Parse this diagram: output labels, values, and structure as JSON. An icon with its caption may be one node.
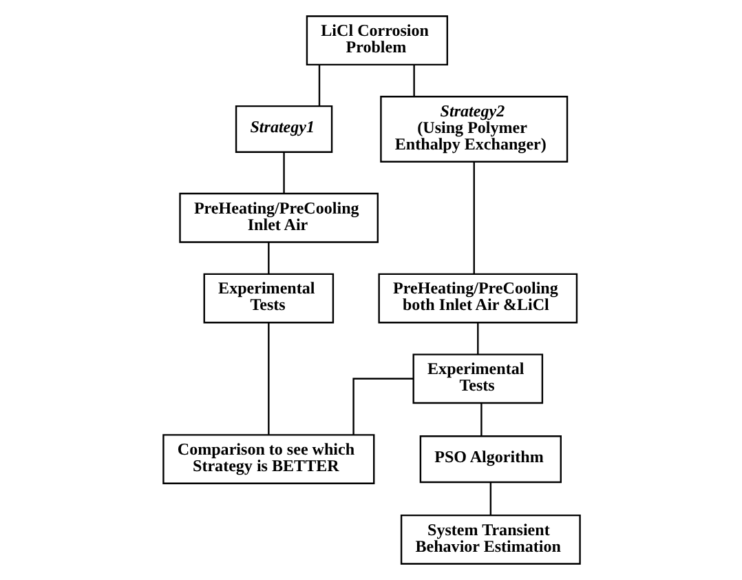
{
  "diagram": {
    "nodes": [
      {
        "text": [
          "LiCl Corrosion Problem"
        ]
      },
      {
        "text": [
          "Strategy1"
        ]
      },
      {
        "text": [
          "Strategy2",
          "(Using Polymer Enthalpy Exchanger)"
        ]
      },
      {
        "text": [
          "PreHeating/PreCooling Inlet Air"
        ]
      },
      {
        "text": [
          "PreHeating/PreCooling both Inlet Air &LiCl"
        ]
      },
      {
        "text": [
          "Experimental Tests"
        ]
      },
      {
        "text": [
          "Experimental Tests"
        ]
      },
      {
        "text": [
          "Comparison to see which Strategy is BETTER"
        ]
      },
      {
        "text": [
          "PSO Algorithm"
        ]
      },
      {
        "text": [
          "System Transient Behavior Estimation"
        ]
      }
    ],
    "edges": [
      {
        "from": 0,
        "to": 1,
        "arrow": "none"
      },
      {
        "from": 0,
        "to": 2,
        "arrow": "none"
      },
      {
        "from": 1,
        "to": 3,
        "arrow": "none"
      },
      {
        "from": 3,
        "to": 5,
        "arrow": "none"
      },
      {
        "from": 2,
        "to": 4,
        "arrow": "none"
      },
      {
        "from": 4,
        "to": 6,
        "arrow": "none"
      },
      {
        "from": 5,
        "to": 7,
        "arrow": "none"
      },
      {
        "from": 6,
        "to": 7,
        "arrow": "none"
      },
      {
        "from": 6,
        "to": 8,
        "arrow": "none"
      },
      {
        "from": 8,
        "to": 9,
        "arrow": "none"
      }
    ]
  }
}
